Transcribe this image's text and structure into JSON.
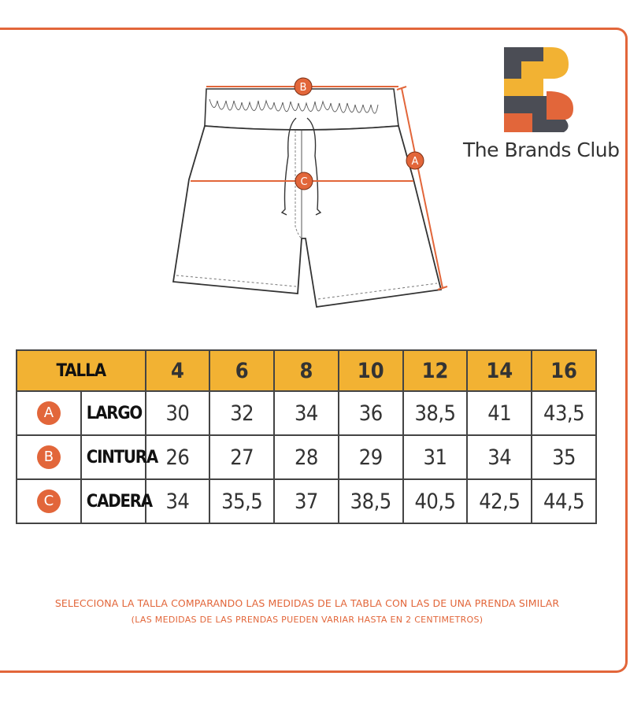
{
  "brand": {
    "name": "The Brands Club",
    "logo_icon": "brands-club-b-logo",
    "colors": {
      "dark": "#4b4d55",
      "yellow": "#f2b233",
      "orange": "#e2663a"
    }
  },
  "diagram": {
    "labels": {
      "a": "A",
      "b": "B",
      "c": "C"
    },
    "accent": "#e2663a"
  },
  "table": {
    "header_label": "TALLA",
    "sizes": [
      "4",
      "6",
      "8",
      "10",
      "12",
      "14",
      "16"
    ],
    "rows": [
      {
        "badge": "A",
        "label": "LARGO",
        "values": [
          "30",
          "32",
          "34",
          "36",
          "38,5",
          "41",
          "43,5"
        ]
      },
      {
        "badge": "B",
        "label": "CINTURA",
        "values": [
          "26",
          "27",
          "28",
          "29",
          "31",
          "34",
          "35"
        ]
      },
      {
        "badge": "C",
        "label": "CADERA",
        "values": [
          "34",
          "35,5",
          "37",
          "38,5",
          "40,5",
          "42,5",
          "44,5"
        ]
      }
    ],
    "header_color": "#f2b233"
  },
  "notes": {
    "line1": "SELECCIONA LA TALLA COMPARANDO LAS MEDIDAS DE LA TABLA CON LAS DE UNA PRENDA SIMILAR",
    "line2": "(LAS MEDIDAS DE LAS PRENDAS PUEDEN VARIAR HASTA EN 2 CENTIMETROS)"
  }
}
